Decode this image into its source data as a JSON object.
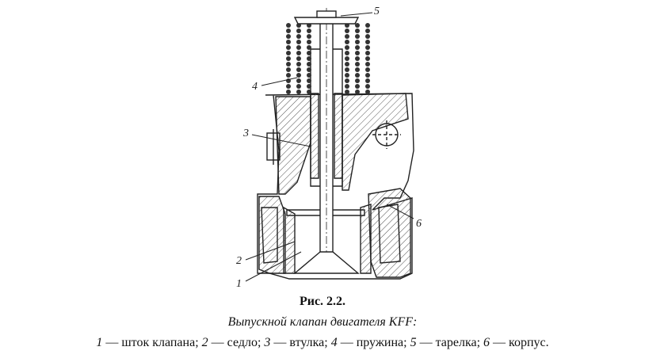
{
  "figure": {
    "number": "Рис. 2.2.",
    "subtitle": "Выпускной клапан двигателя KFF:",
    "legend": [
      {
        "num": "1",
        "text": "шток клапана;"
      },
      {
        "num": "2",
        "text": "седло;"
      },
      {
        "num": "3",
        "text": "втулка;"
      },
      {
        "num": "4",
        "text": "пружина;"
      },
      {
        "num": "5",
        "text": "тарелка;"
      },
      {
        "num": "6",
        "text": "корпус."
      }
    ],
    "dash": "—"
  },
  "callouts": [
    "1",
    "2",
    "3",
    "4",
    "5",
    "6"
  ]
}
